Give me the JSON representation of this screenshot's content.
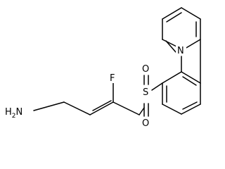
{
  "atoms": {
    "amine": "H2N",
    "amine_main": "H",
    "amine_sub": "2",
    "amine_tail": "N",
    "fluorine": "F",
    "sulfur": "S",
    "oxygen_top": "O",
    "oxygen_bottom": "O",
    "nitrogen_ring": "N"
  },
  "colors": {
    "bond": "#000000",
    "background": "#ffffff"
  }
}
